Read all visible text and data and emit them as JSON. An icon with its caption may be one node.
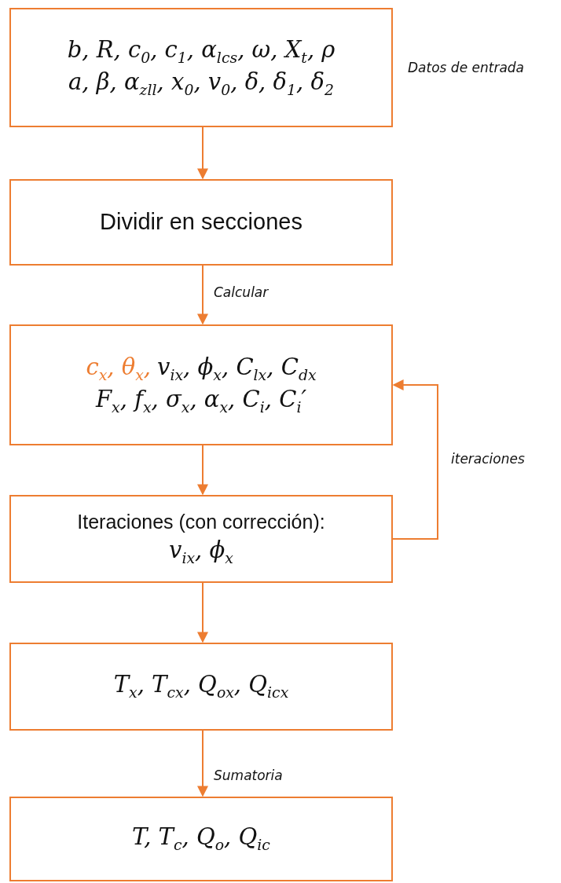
{
  "diagram": {
    "nodes": [
      {
        "text": [
          "b, R, c$_{0}$, c$_{1}$, α$_{lcs}$, ω, X$_{t}$, ρ",
          "a, β, α$_{zll}$, x$_{0}$, v$_{0}$, δ, δ$_{1}$, δ$_{2}$"
        ],
        "beside": [
          "Datos de entrada"
        ]
      },
      {
        "text": [
          "Dividir en secciones"
        ]
      },
      {
        "text": [
          "c$_{x}$, θ$_{x}$,",
          "v$_{ix}$, ϕ$_{x}$, C$_{lx}$, C$_{dx}$",
          "F$_{x}$, f$_{x}$, σ$_{x}$, α$_{x}$, C$_{i}$, C$_{i}$′"
        ]
      },
      {
        "text": [
          "Iteraciones (con corrección):",
          "v$_{ix}$, ϕ$_{x}$"
        ]
      },
      {
        "text": [
          "T$_{x}$, T$_{cx}$, Q$_{ox}$, Q$_{icx}$"
        ]
      },
      {
        "text": [
          "T, T$_{c}$, Q$_{o}$, Q$_{ic}$"
        ]
      }
    ],
    "edges": [
      {
        "from": 0,
        "to": 1,
        "arrow": "to"
      },
      {
        "from": 1,
        "to": 2,
        "arrow": "to",
        "label": "Calcular"
      },
      {
        "from": 2,
        "to": 3,
        "arrow": "to"
      },
      {
        "from": 3,
        "to": 4,
        "arrow": "to"
      },
      {
        "from": 4,
        "to": 5,
        "arrow": "to",
        "label": "Sumatoria"
      },
      {
        "from": 3,
        "to": 2,
        "arrow": "to",
        "label": "iteraciones"
      }
    ]
  }
}
